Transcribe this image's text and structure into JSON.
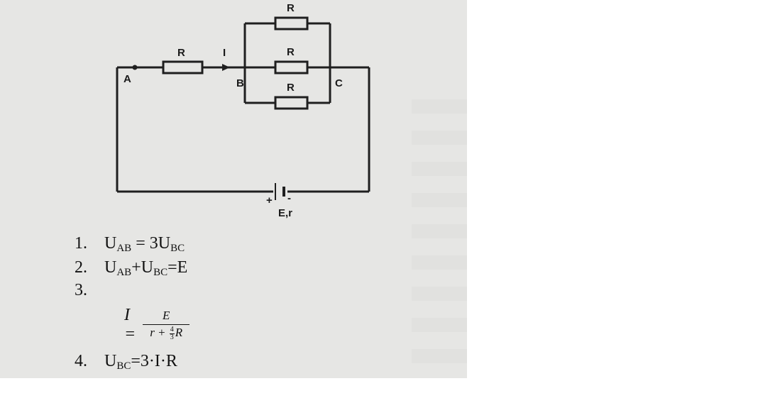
{
  "circuit": {
    "resistor_label": "R",
    "current_label": "I",
    "node_a": "A",
    "node_b": "B",
    "node_c": "C",
    "battery_plus": "+",
    "battery_minus": "-",
    "source_label": "E,r"
  },
  "statements": [
    {
      "number": "1.",
      "text_a": "U",
      "sub_a": "AB",
      "text_b": " = 3U",
      "sub_b": "BC"
    },
    {
      "number": "2.",
      "text_a": "U",
      "sub_a": "AB",
      "text_b": "+U",
      "sub_b": "BC",
      "text_c": "=E"
    },
    {
      "number": "3."
    },
    {
      "number": "4.",
      "text_a": "U",
      "sub_a": "BC",
      "text_b": "=3·I·R"
    }
  ],
  "formula": {
    "lhs": "I =",
    "numerator": "E",
    "denominator_a": "r + ",
    "frac_num": "4",
    "frac_den": "3",
    "denominator_b": "R"
  }
}
